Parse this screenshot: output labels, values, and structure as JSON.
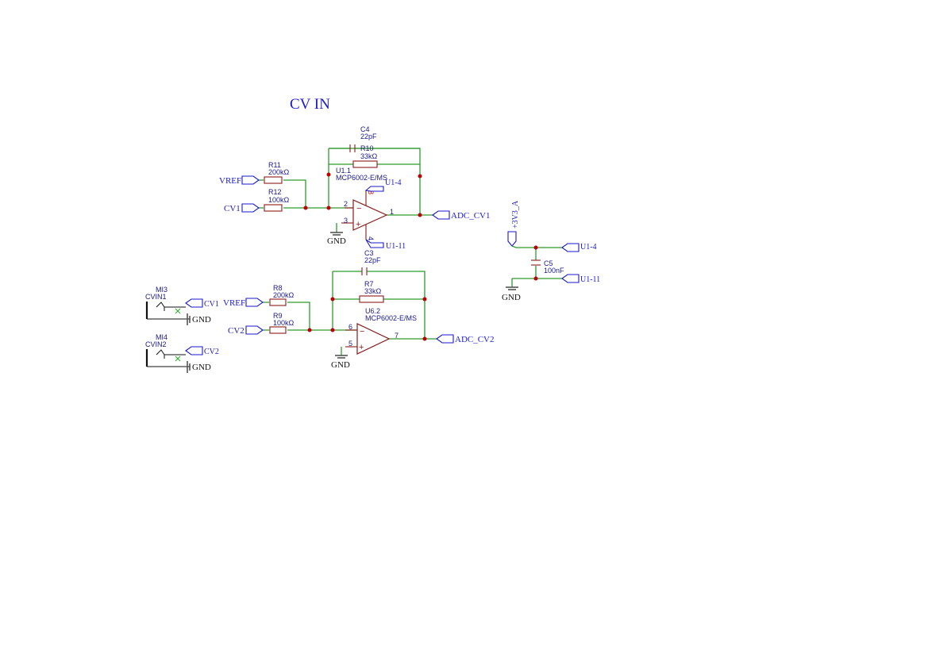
{
  "sheet": {
    "title": "CV IN"
  },
  "colors": {
    "wire": "#2e9a2e",
    "component": "#8b1a1a",
    "label": "#1a1acc",
    "junction": "#c00000"
  },
  "nets": {
    "vref": "VREF",
    "cv1": "CV1",
    "cv2": "CV2",
    "adc_cv1": "ADC_CV1",
    "adc_cv2": "ADC_CV2",
    "u1_4": "U1-4",
    "u1_11": "U1-11",
    "supply": "+3V3_A",
    "gnd": "GND"
  },
  "opamp1": {
    "ref": "U1.1",
    "value": "MCP6002-E/MS",
    "pin_inv": "2",
    "pin_noninv": "3",
    "pin_out": "1",
    "pin_vdd": "8",
    "pin_vss": "4",
    "minus": "−",
    "plus": "+"
  },
  "opamp2": {
    "ref": "U6.2",
    "value": "MCP6002-E/MS",
    "pin_inv": "6",
    "pin_noninv": "5",
    "pin_out": "7",
    "minus": "−",
    "plus": "+"
  },
  "parts": {
    "c4": {
      "ref": "C4",
      "value": "22pF"
    },
    "r10": {
      "ref": "R10",
      "value": "33kΩ"
    },
    "r11": {
      "ref": "R11",
      "value": "200kΩ"
    },
    "r12": {
      "ref": "R12",
      "value": "100kΩ"
    },
    "c3": {
      "ref": "C3",
      "value": "22pF"
    },
    "r7": {
      "ref": "R7",
      "value": "33kΩ"
    },
    "r8": {
      "ref": "R8",
      "value": "200kΩ"
    },
    "r9": {
      "ref": "R9",
      "value": "100kΩ"
    },
    "c5": {
      "ref": "C5",
      "value": "100nF"
    }
  },
  "jacks": [
    {
      "ref": "MI3",
      "value": "CVIN1",
      "net": "CV1",
      "gnd": "GND"
    },
    {
      "ref": "MI4",
      "value": "CVIN2",
      "net": "CV2",
      "gnd": "GND"
    }
  ]
}
